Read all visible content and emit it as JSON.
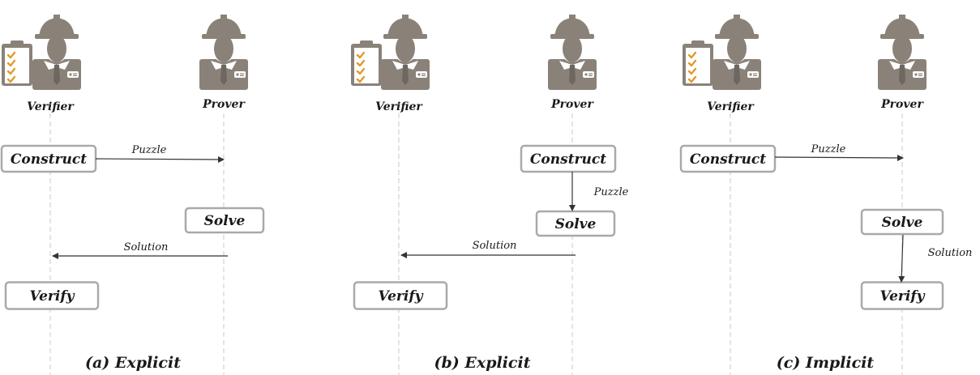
{
  "colors": {
    "figure": "#8a8279",
    "face": "#ffffff",
    "check": "#e09a2c",
    "box_border": "#a9a9a9",
    "line": "#333333"
  },
  "panels": [
    {
      "caption": "(a) Explicit",
      "verifier": "Verifier",
      "prover": "Prover",
      "steps": {
        "construct": "Construct",
        "solve": "Solve",
        "verify": "Verify"
      },
      "messages": {
        "puzzle": "Puzzle",
        "solution": "Solution"
      }
    },
    {
      "caption": "(b) Explicit",
      "verifier": "Verifier",
      "prover": "Prover",
      "steps": {
        "construct": "Construct",
        "solve": "Solve",
        "verify": "Verify"
      },
      "messages": {
        "puzzle": "Puzzle",
        "solution": "Solution"
      }
    },
    {
      "caption": "(c) Implicit",
      "verifier": "Verifier",
      "prover": "Prover",
      "steps": {
        "construct": "Construct",
        "solve": "Solve",
        "verify": "Verify"
      },
      "messages": {
        "puzzle": "Puzzle",
        "solution": "Solution"
      }
    }
  ]
}
